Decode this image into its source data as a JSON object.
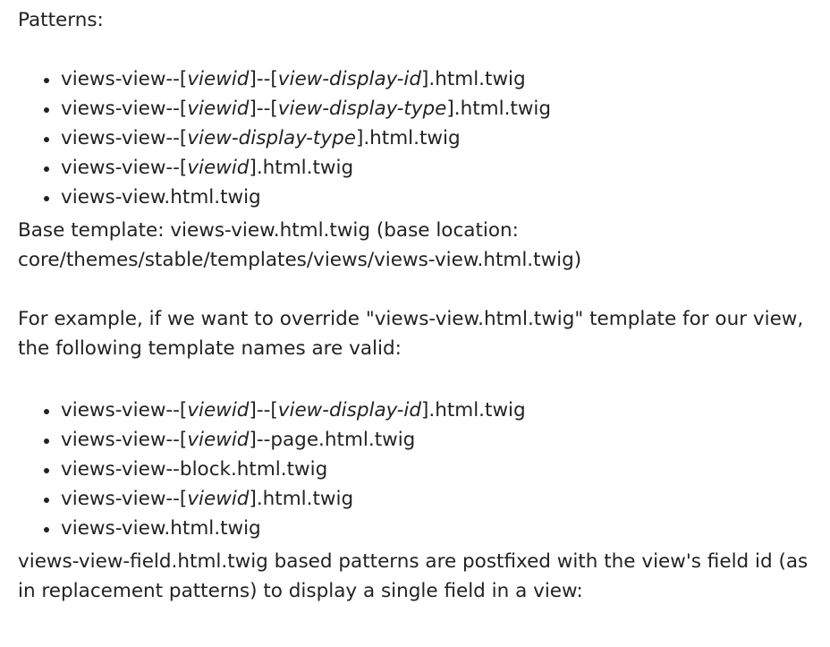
{
  "patterns_heading": "Patterns:",
  "patterns_list": [
    {
      "parts": [
        "views-view--[",
        "viewid",
        "]--[",
        "view-display-id",
        "].html.twig"
      ]
    },
    {
      "parts": [
        "views-view--[",
        "viewid",
        "]--[",
        "view-display-type",
        "].html.twig"
      ]
    },
    {
      "parts": [
        "views-view--[",
        "view-display-type",
        "].html.twig"
      ]
    },
    {
      "parts": [
        "views-view--[",
        "viewid",
        "].html.twig"
      ]
    },
    {
      "parts": [
        "views-view.html.twig"
      ]
    }
  ],
  "base_template_line1": "Base template: views-view.html.twig (base location:",
  "base_template_line2": "core/themes/stable/templates/views/views-view.html.twig)",
  "example_line1": "For example, if we want to override \"views-view.html.twig\" template for our view,",
  "example_line2": "the following template names are valid:",
  "example_list": [
    {
      "parts": [
        "views-view--[",
        "viewid",
        "]--[",
        "view-display-id",
        "].html.twig"
      ]
    },
    {
      "parts": [
        "views-view--[",
        "viewid",
        "]--page.html.twig"
      ]
    },
    {
      "parts": [
        "views-view--block.html.twig"
      ]
    },
    {
      "parts": [
        "views-view--[",
        "viewid",
        "].html.twig"
      ]
    },
    {
      "parts": [
        "views-view.html.twig"
      ]
    }
  ],
  "field_line1": "views-view-field.html.twig based patterns are postfixed with the view's field id (as",
  "field_line2": "in replacement patterns) to display a single field in a view:"
}
